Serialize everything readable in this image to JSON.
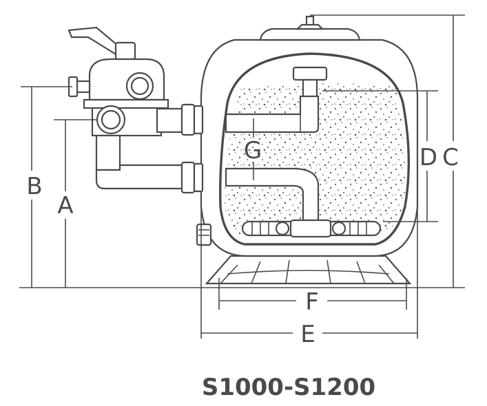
{
  "labels": {
    "a": "A",
    "b": "B",
    "c": "C",
    "d": "D",
    "e": "E",
    "f": "F",
    "g": "G"
  },
  "model": "S1000-S1200",
  "colors": {
    "line": "#4a4a4a",
    "background": "#ffffff"
  }
}
